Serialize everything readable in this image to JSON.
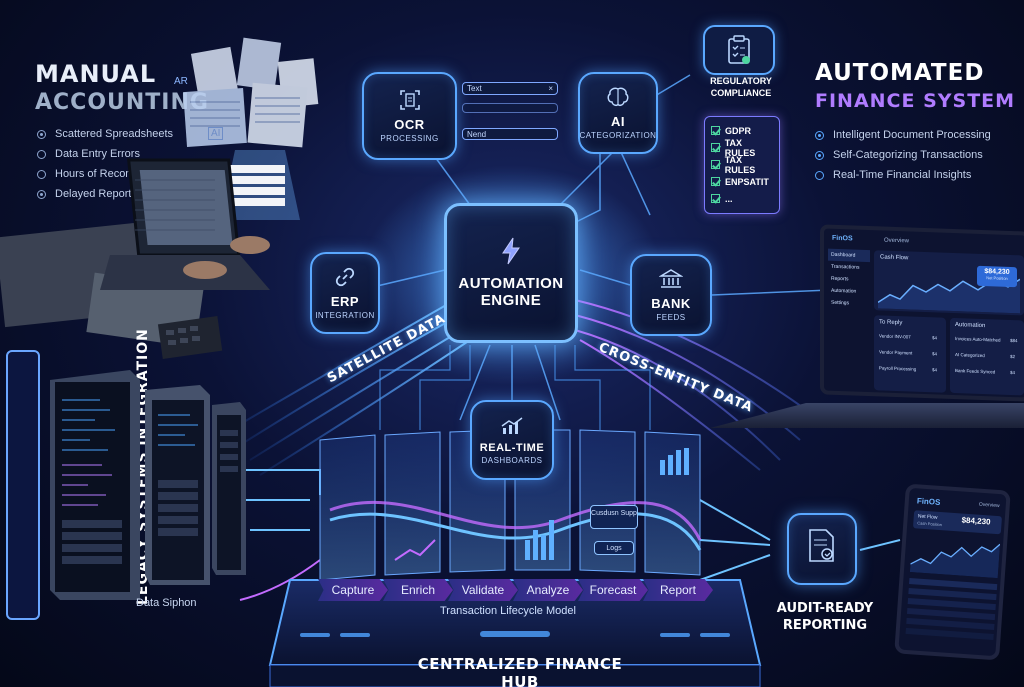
{
  "left_heading": {
    "line1": "MANUAL",
    "line2": "ACCOUNTING"
  },
  "left_bullets": [
    "Scattered Spreadsheets",
    "Data Entry Errors",
    "Hours of Reconciliation",
    "Delayed Reports"
  ],
  "right_heading": {
    "line1": "AUTOMATED",
    "line2": "FINANCE SYSTEM"
  },
  "right_bullets": [
    "Intelligent Document Processing",
    "Self-Categorizing Transactions",
    "Real-Time Financial Insights"
  ],
  "nodes": {
    "ocr": {
      "line1": "OCR",
      "line2": "PROCESSING"
    },
    "ai": {
      "line1": "AI",
      "line2": "CATEGORIZATION"
    },
    "regulatory": {
      "line1": "REGULATORY",
      "line2": "COMPLIANCE"
    },
    "engine": {
      "line1": "AUTOMATION",
      "line2": "ENGINE"
    },
    "erp": {
      "line1": "ERP",
      "line2": "INTEGRATION"
    },
    "bank": {
      "line1": "BANK",
      "line2": "FEEDS"
    },
    "dashboards": {
      "line1": "REAL-TIME",
      "line2": "DASHBOARDS"
    }
  },
  "ocr_fields": {
    "text": "Text",
    "close": "×",
    "nend": "Nend"
  },
  "compliance_checklist": [
    "GDPR",
    "TAX RULES",
    "TAX RULES",
    "ENPSATIT",
    "..."
  ],
  "flow_labels": {
    "satellite": "SATELLITE DATA",
    "cross_entity": "CROSS-ENTITY DATA"
  },
  "legacy_label": "LEGACY SYSTEMS INTEGRATION",
  "data_siphon": "Data Siphon",
  "stages": [
    "Capture",
    "Enrich",
    "Validate",
    "Analyze",
    "Forecast",
    "Report"
  ],
  "lifecycle_label": "Transaction Lifecycle Model",
  "hub_label": "CENTRALIZED FINANCE HUB",
  "audit_label": {
    "line1": "AUDIT-READY",
    "line2": "REPORTING"
  },
  "mini_flow": {
    "box1": "Cusdusn Supp",
    "box2": "Logs"
  },
  "misc_labels": {
    "ar": "AR",
    "ai_doc": "AI"
  },
  "laptop": {
    "brand": "FinOS",
    "header": "Overview",
    "sidebar": [
      "Dashboard",
      "Transactions",
      "Reports",
      "Automation",
      "Settings"
    ],
    "cash_flow_title": "Cash Flow",
    "cash_flow_value": "$84,230",
    "cash_flow_sub": "Net Position",
    "to_reply_title": "To Reply",
    "to_reply_items": [
      "Vendor INV-007",
      "Vendor Payment",
      "Payroll Processing"
    ],
    "automation_title": "Automation",
    "automation_items": [
      "Invoices Auto-Matched",
      "AI Categorized",
      "Bank Feeds Synced"
    ],
    "automation_amounts": [
      "$84",
      "$2",
      "$4"
    ],
    "to_reply_amounts": [
      "$4",
      "$4",
      "$4"
    ]
  },
  "tablet": {
    "brand": "FinOS",
    "header": "Overview",
    "card_label": "Net Flow",
    "value": "$84,230",
    "sub": "Cash Position"
  },
  "colors": {
    "accent": "#5aa8ff",
    "purple": "#9b5cff",
    "green": "#4dd6a0",
    "bg": "#050a1c"
  }
}
